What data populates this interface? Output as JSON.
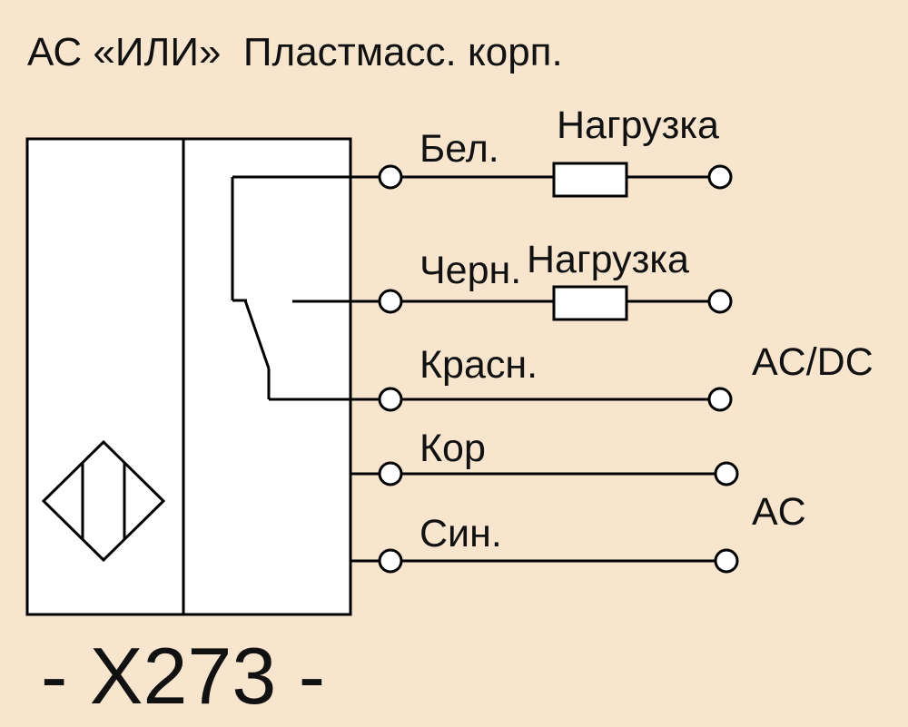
{
  "title": "АС «ИЛИ»  Пластмасс. корп.",
  "model_label": "- X273 -",
  "wires": [
    {
      "color_label": "Бел.",
      "load_label": "Нагрузка"
    },
    {
      "color_label": "Черн.",
      "load_label": "Нагрузка"
    },
    {
      "color_label": "Красн."
    },
    {
      "color_label": "Кор"
    },
    {
      "color_label": "Син."
    }
  ],
  "supply_labels": {
    "ac_dc": "AC/DC",
    "ac": "AC"
  },
  "colors": {
    "background": "#F7E5CE",
    "box_fill": "#FFFFFF",
    "line": "#000000"
  }
}
